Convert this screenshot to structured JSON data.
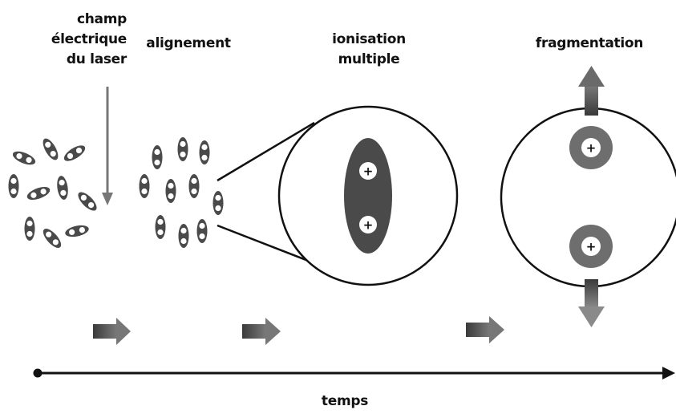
{
  "labels": {
    "field_line1": "champ",
    "field_line2": "électrique",
    "field_line3": "du laser",
    "alignment": "alignement",
    "ionisation_line1": "ionisation",
    "ionisation_line2": "multiple",
    "fragmentation": "fragmentation",
    "time_axis": "temps"
  },
  "charge_symbol": "+",
  "colors": {
    "ink": "#111111",
    "molecule_body": "#4a4a4a",
    "atom": "#ffffff",
    "arrow_gray": "#5a5a5a",
    "fragment_ring": "#6e6e6e"
  }
}
